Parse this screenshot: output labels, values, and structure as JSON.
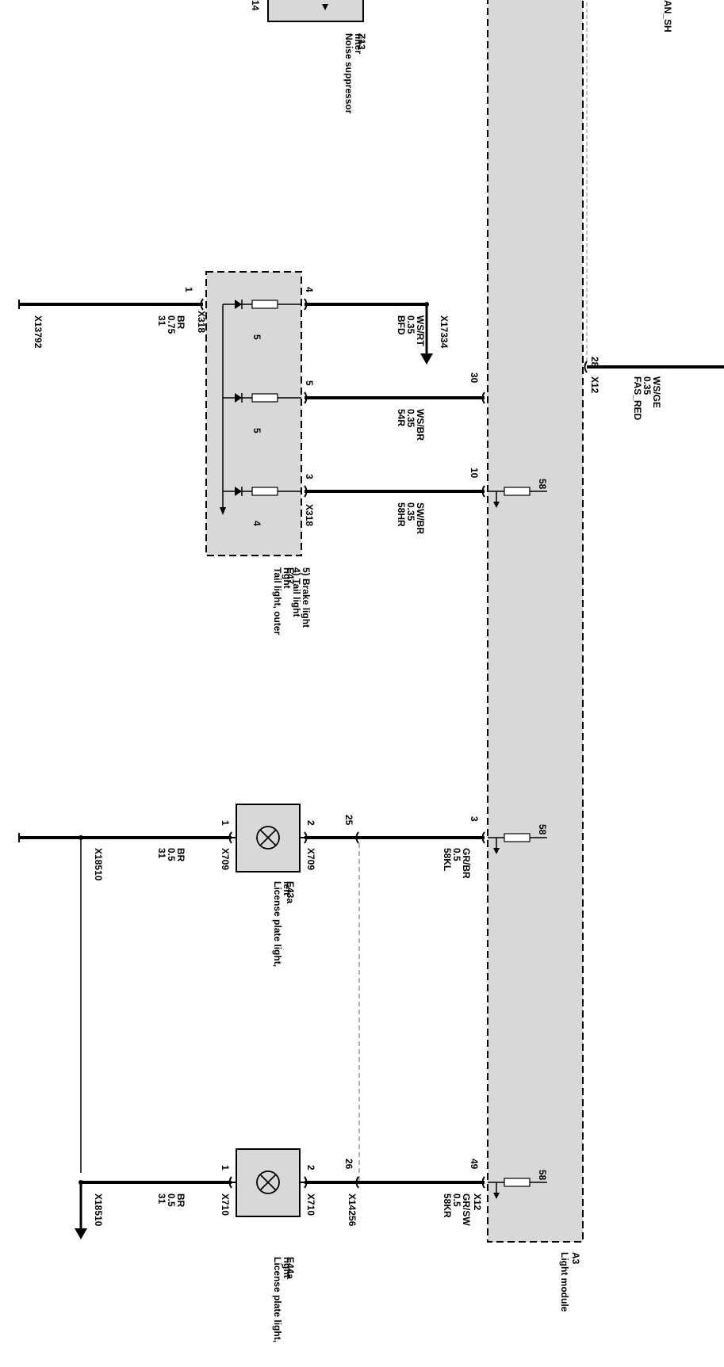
{
  "module": {
    "id": "A3",
    "name": "Light module",
    "connector_x12": "X12",
    "top_label": "AN_SH"
  },
  "fas": {
    "pin": "28",
    "connector": "X12",
    "signal": "FAS_RED",
    "gauge": "0.35",
    "color": "WS/GE"
  },
  "z13": {
    "id": "Z13",
    "name": "Noise suppressor filter",
    "pin": "14"
  },
  "e47": {
    "id": "E47",
    "name": "Tail light, outer right",
    "desc1": "4) Tail light",
    "desc2": "5) Brake light",
    "connector": "X318",
    "bulbs": [
      "5",
      "5",
      "4"
    ],
    "pins": [
      "4",
      "5",
      "3",
      "1"
    ]
  },
  "wires": {
    "bfd": {
      "signal": "BFD",
      "gauge": "0.35",
      "color": "WS/RT",
      "connector": "X17334"
    },
    "w54r": {
      "signal": "54R",
      "gauge": "0.35",
      "color": "WS/BR",
      "module_pin": "30"
    },
    "w58hr": {
      "signal": "58HR",
      "gauge": "0.35",
      "color": "SW/BR",
      "module_pin": "10",
      "fuse": "58"
    },
    "gnd_e47": {
      "signal": "31",
      "gauge": "0.75",
      "color": "BR",
      "connector": "X13792"
    },
    "w58kl": {
      "signal": "58KL",
      "gauge": "0.5",
      "color": "GR/BR",
      "module_pin": "3",
      "fuse": "58",
      "splice_pin": "25"
    },
    "gnd_e43a": {
      "signal": "31",
      "gauge": "0.5",
      "color": "BR",
      "connector": "X18510"
    },
    "w58kr": {
      "signal": "58KR",
      "gauge": "0.5",
      "color": "GR/SW",
      "module_pin": "49",
      "module_connector": "X12",
      "fuse": "58",
      "splice_pin": "26",
      "splice_connector": "X14256"
    },
    "gnd_e44a": {
      "signal": "31",
      "gauge": "0.5",
      "color": "BR",
      "connector": "X18510"
    }
  },
  "e43a": {
    "id": "E43a",
    "name": "License plate light, left",
    "connector": "X709",
    "pin_in": "2",
    "pin_gnd": "1"
  },
  "e44a": {
    "id": "E44a",
    "name": "License plate light, right",
    "connector": "X710",
    "pin_in": "2",
    "pin_gnd": "1"
  }
}
